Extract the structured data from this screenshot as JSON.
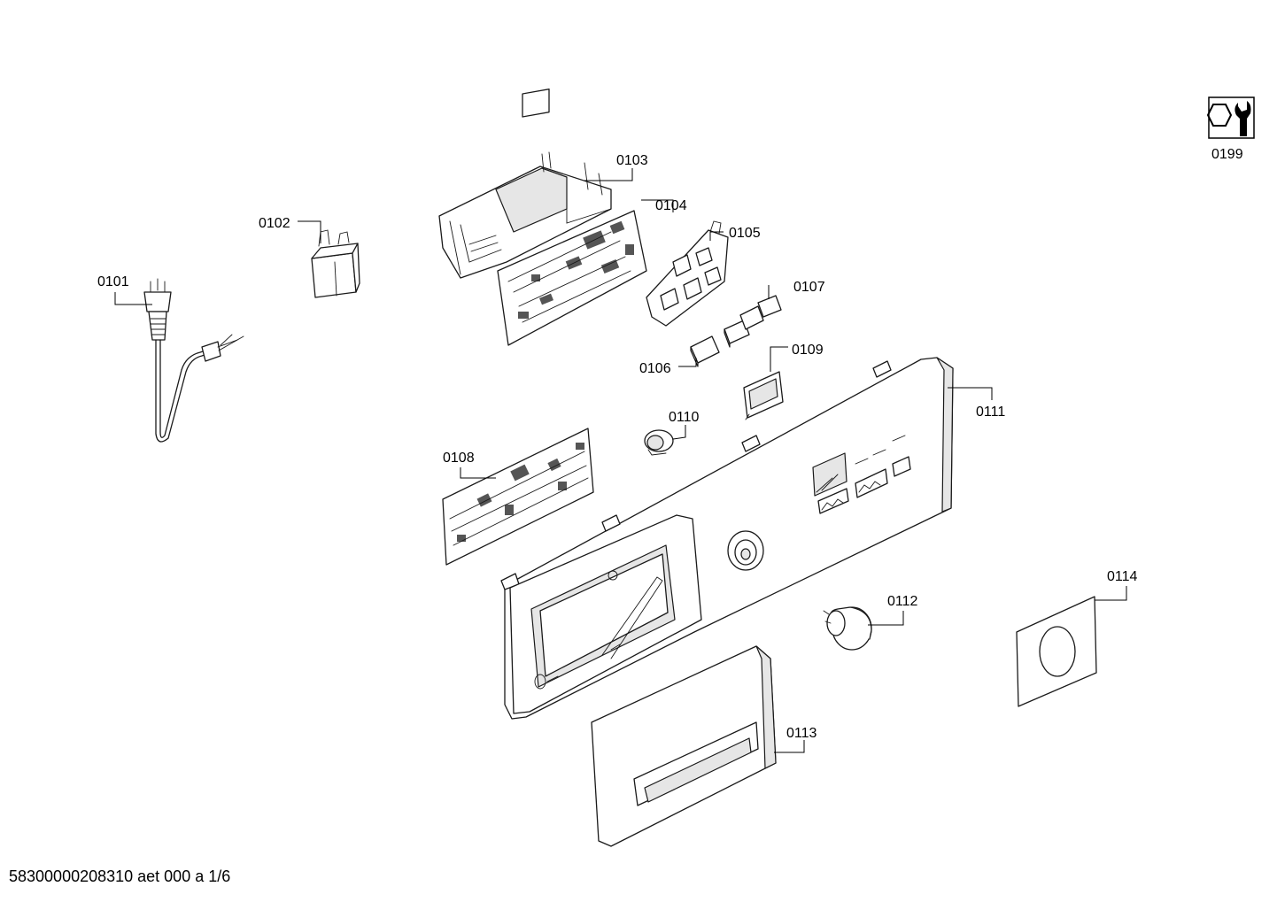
{
  "parts": [
    {
      "id": "0101",
      "label": "0101"
    },
    {
      "id": "0102",
      "label": "0102"
    },
    {
      "id": "0103",
      "label": "0103"
    },
    {
      "id": "0104",
      "label": "0104"
    },
    {
      "id": "0105",
      "label": "0105"
    },
    {
      "id": "0106",
      "label": "0106"
    },
    {
      "id": "0107",
      "label": "0107"
    },
    {
      "id": "0108",
      "label": "0108"
    },
    {
      "id": "0109",
      "label": "0109"
    },
    {
      "id": "0110",
      "label": "0110"
    },
    {
      "id": "0111",
      "label": "0111"
    },
    {
      "id": "0112",
      "label": "0112"
    },
    {
      "id": "0113",
      "label": "0113"
    },
    {
      "id": "0114",
      "label": "0114"
    }
  ],
  "service_symbol": {
    "label": "0199",
    "icon": "service-wrench-icon"
  },
  "footer": {
    "text": "58300000208310 aet 000 a 1/6"
  }
}
